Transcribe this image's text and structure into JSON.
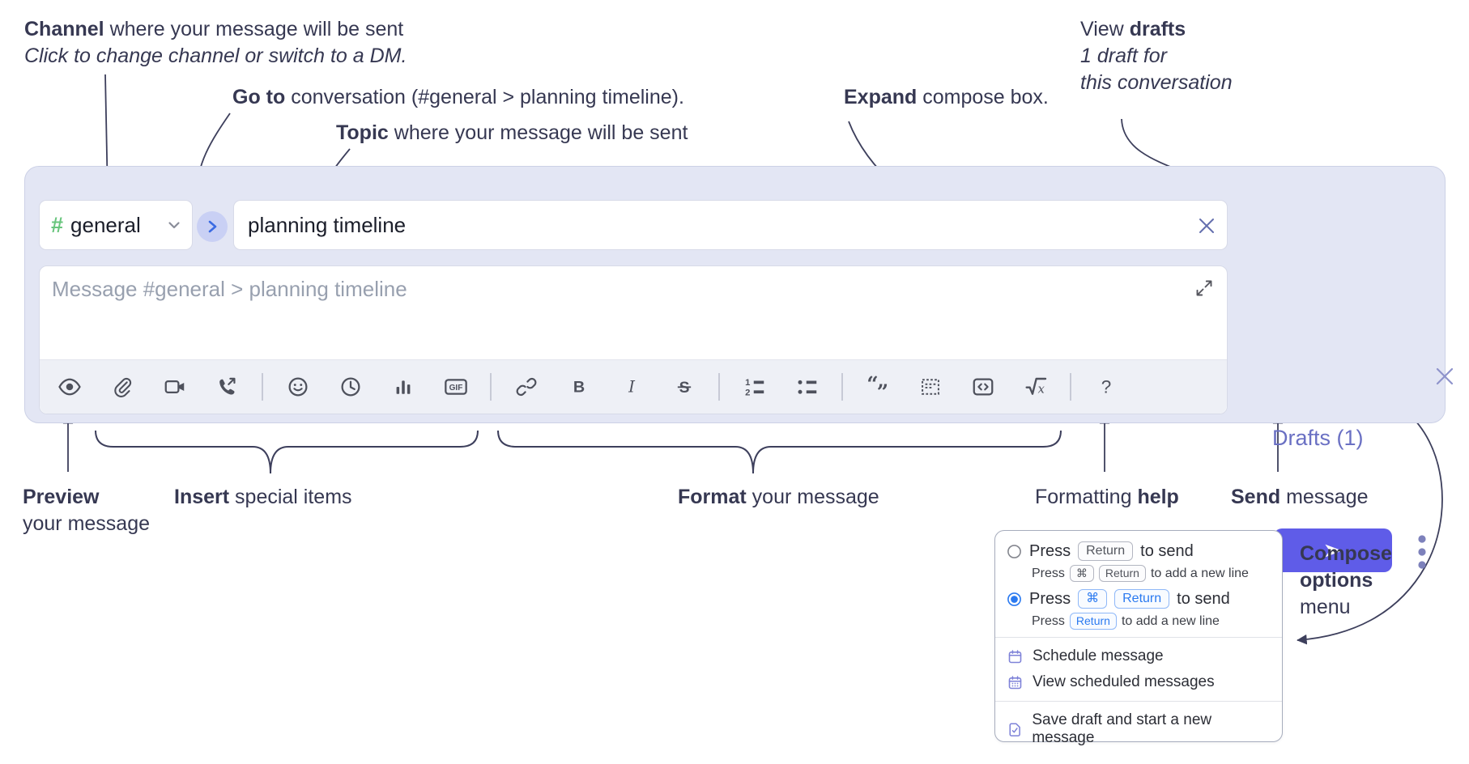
{
  "annotations": {
    "channel": {
      "bold": "Channel",
      "rest": " where your message will be sent",
      "sub_italic": "Click to change channel or switch to a DM."
    },
    "go_to": {
      "bold": "Go to",
      "rest": " conversation (#general > planning timeline)."
    },
    "topic": {
      "bold": "Topic",
      "rest": " where your message will be sent"
    },
    "expand": {
      "bold": "Expand",
      "rest": " compose box."
    },
    "view_drafts": {
      "pre": "View ",
      "bold": "drafts",
      "italic_line1": "1 draft for",
      "italic_line2": "this conversation"
    },
    "preview": {
      "bold": "Preview",
      "line2": "your message"
    },
    "insert": {
      "bold": "Insert",
      "rest": " special items"
    },
    "format": {
      "bold": "Format",
      "rest": " your message"
    },
    "formatting_help": {
      "pre": "Formatting ",
      "bold": "help"
    },
    "send": {
      "bold": "Send",
      "rest": " message"
    },
    "compose_options": {
      "bold_line1": "Compose",
      "bold_line2": "options",
      "line3": "menu"
    }
  },
  "compose_box": {
    "channel": {
      "hash": "#",
      "name": "general"
    },
    "topic_value": "planning timeline",
    "message_placeholder": "Message #general > planning timeline",
    "drafts_link": "Drafts (1)"
  },
  "toolbar": {
    "gif_label": "GIF",
    "bold_label": "B",
    "italic_label": "I",
    "strike_label": "S",
    "ol_1": "1",
    "ol_2": "2",
    "quote_open": "“",
    "quote_close": "”",
    "math_x": "x",
    "help_label": "?"
  },
  "options_menu": {
    "option_return": {
      "selected": false,
      "pre": "Press",
      "key": "Return",
      "post": "to send",
      "sub_pre": "Press",
      "sub_key1": "⌘",
      "sub_key2": "Return",
      "sub_post": "to add a new line"
    },
    "option_cmd_return": {
      "selected": true,
      "pre": "Press",
      "key1": "⌘",
      "key2": "Return",
      "post": "to send",
      "sub_pre": "Press",
      "sub_key": "Return",
      "sub_post": "to add a new line"
    },
    "items": [
      {
        "label": "Schedule message"
      },
      {
        "label": "View scheduled messages"
      },
      {
        "label": "Save draft and start a new message"
      }
    ]
  },
  "colors": {
    "panel_bg": "#e3e6f4",
    "send_button": "#5f5ce8",
    "drafts_link": "#6a70c3",
    "channel_hash_green": "#69c57d",
    "goto_chevron_blue": "#3b6be3",
    "key_blue": "#2b7af0",
    "menu_icon_periwinkle": "#7e82d8",
    "annotation_ink": "#363852"
  }
}
